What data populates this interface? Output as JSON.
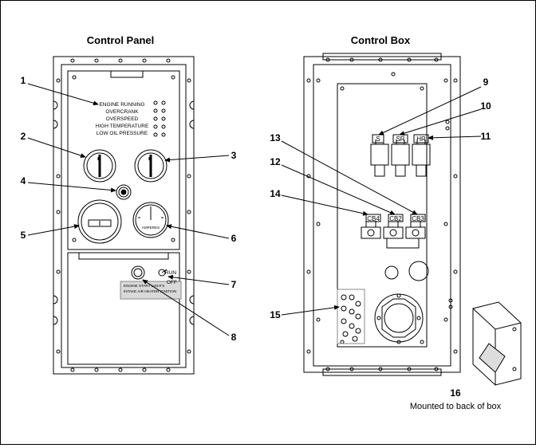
{
  "titles": {
    "control_panel": "Control Panel",
    "control_box": "Control Box"
  },
  "indicator_lights": [
    "ENGINE RUNNING",
    "OVERCRANK",
    "OVERSPEED",
    "HIGH TEMPERATURE",
    "LOW OIL PRESSURE"
  ],
  "gauges": {
    "ammeter": "AMPERES"
  },
  "switch": {
    "run": "RUN",
    "off": "OFF",
    "bottom_line1": "ENGINE  START  LIGHTS",
    "bottom_line2": "INTAKE  AIR  HEATER  IGNITION"
  },
  "relays": [
    "S",
    "SR",
    "HR"
  ],
  "breakers": [
    "CB4",
    "CB2",
    "CB3"
  ],
  "callouts": [
    "1",
    "2",
    "3",
    "4",
    "5",
    "6",
    "7",
    "8",
    "9",
    "10",
    "11",
    "12",
    "13",
    "14",
    "15",
    "16"
  ],
  "note_16": "Mounted to back of box"
}
